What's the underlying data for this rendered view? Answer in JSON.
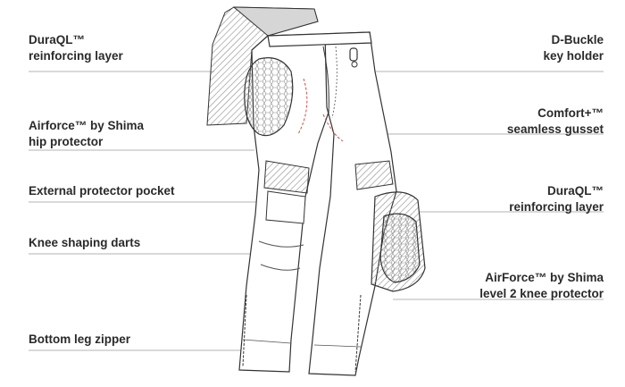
{
  "colors": {
    "text": "#2a2a2a",
    "leader_line": "#9a9a9a",
    "outline": "#333333",
    "hatch": "#8c8c8c",
    "stitch": "#d25050"
  },
  "callouts": {
    "duraql_top": {
      "line1": "DuraQL™",
      "line2": "reinforcing layer"
    },
    "hip_protector": {
      "line1": "Airforce™ by Shima",
      "line2": "hip protector"
    },
    "protector_pocket": {
      "line1": "External protector pocket"
    },
    "knee_darts": {
      "line1": "Knee shaping darts"
    },
    "leg_zipper": {
      "line1": "Bottom leg zipper"
    },
    "d_buckle": {
      "line1": "D-Buckle",
      "line2": "key holder"
    },
    "comfort_gusset": {
      "line1": "Comfort+™",
      "line2": "seamless gusset"
    },
    "duraql_knee": {
      "line1": "DuraQL™",
      "line2": "reinforcing  layer"
    },
    "knee_protector": {
      "line1": "AirForce™ by Shima",
      "line2": "level 2 knee protector"
    }
  }
}
